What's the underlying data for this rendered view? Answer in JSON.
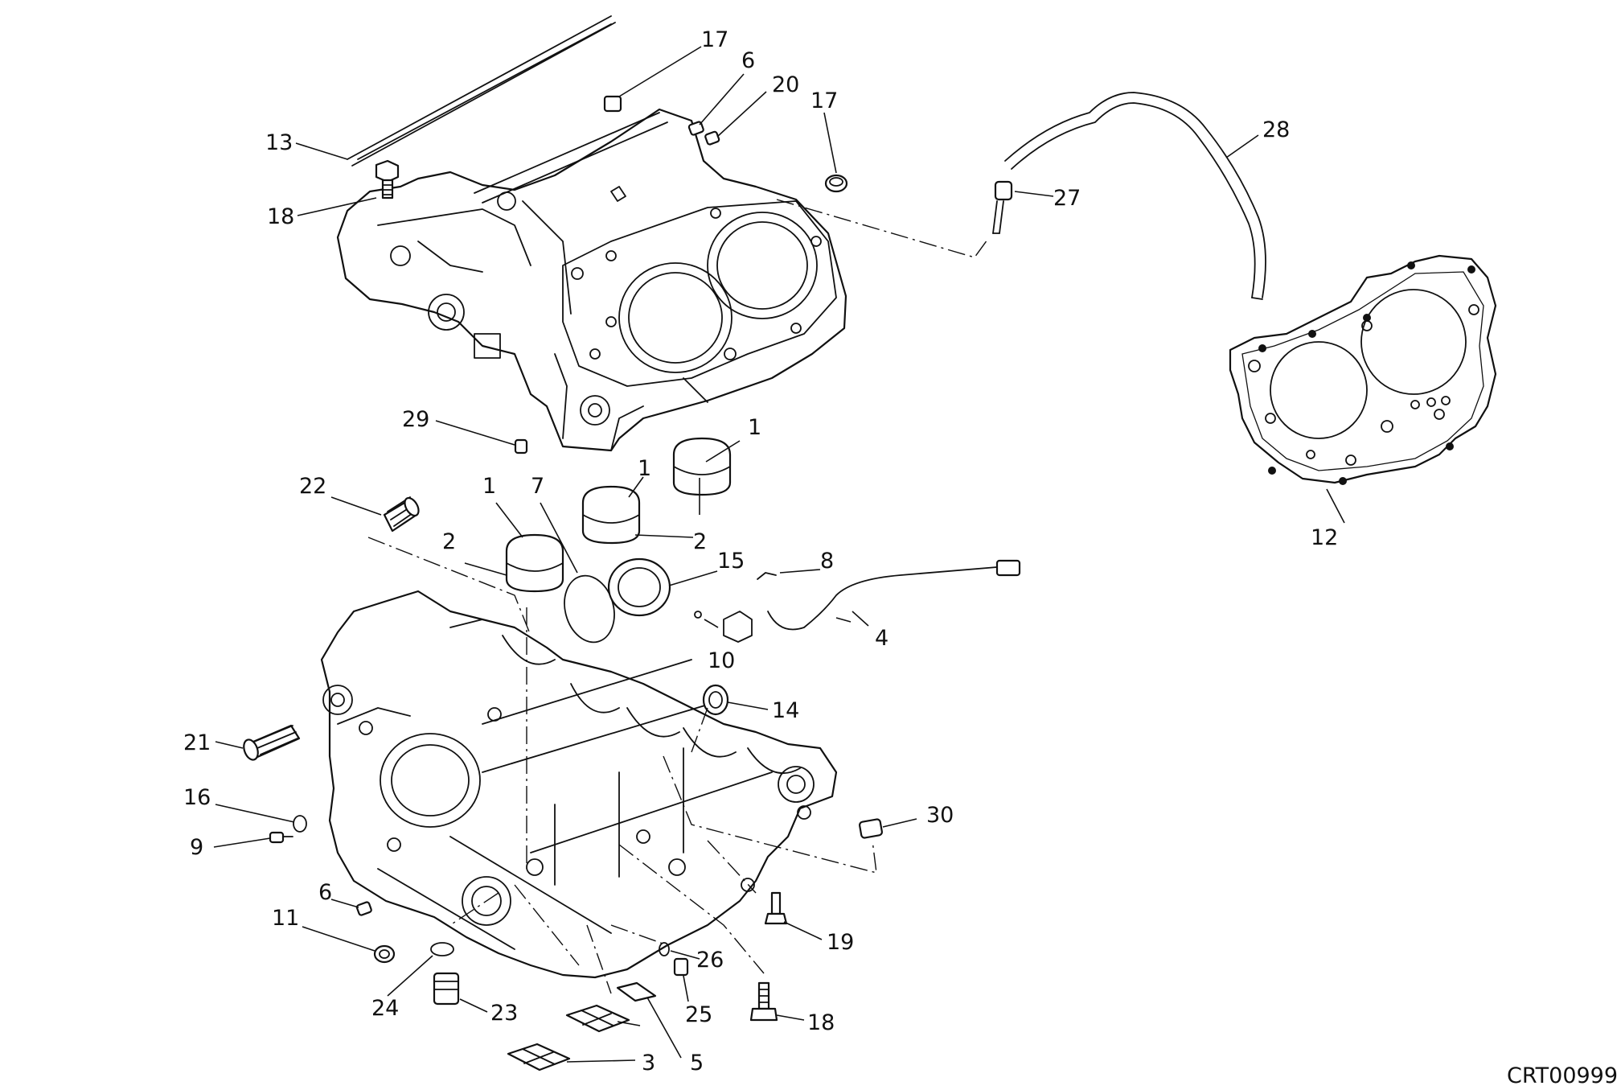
{
  "drawing": {
    "code": "CRT00999"
  },
  "callouts": [
    {
      "id": "c13",
      "text": "13"
    },
    {
      "id": "c18a",
      "text": "18"
    },
    {
      "id": "c17a",
      "text": "17"
    },
    {
      "id": "c6a",
      "text": "6"
    },
    {
      "id": "c20",
      "text": "20"
    },
    {
      "id": "c17b",
      "text": "17"
    },
    {
      "id": "c28",
      "text": "28"
    },
    {
      "id": "c27",
      "text": "27"
    },
    {
      "id": "c29",
      "text": "29"
    },
    {
      "id": "c1a",
      "text": "1"
    },
    {
      "id": "c22",
      "text": "22"
    },
    {
      "id": "c1b",
      "text": "1"
    },
    {
      "id": "c7",
      "text": "7"
    },
    {
      "id": "c1c",
      "text": "1"
    },
    {
      "id": "c2a",
      "text": "2"
    },
    {
      "id": "c2b",
      "text": "2"
    },
    {
      "id": "c15",
      "text": "15"
    },
    {
      "id": "c8",
      "text": "8"
    },
    {
      "id": "c12",
      "text": "12"
    },
    {
      "id": "c4",
      "text": "4"
    },
    {
      "id": "c10",
      "text": "10"
    },
    {
      "id": "c14",
      "text": "14"
    },
    {
      "id": "c21",
      "text": "21"
    },
    {
      "id": "c16",
      "text": "16"
    },
    {
      "id": "c9",
      "text": "9"
    },
    {
      "id": "c30",
      "text": "30"
    },
    {
      "id": "c6b",
      "text": "6"
    },
    {
      "id": "c11",
      "text": "11"
    },
    {
      "id": "c19",
      "text": "19"
    },
    {
      "id": "c26",
      "text": "26"
    },
    {
      "id": "c24",
      "text": "24"
    },
    {
      "id": "c23",
      "text": "23"
    },
    {
      "id": "c25",
      "text": "25"
    },
    {
      "id": "c18b",
      "text": "18"
    },
    {
      "id": "c3",
      "text": "3"
    },
    {
      "id": "c5",
      "text": "5"
    }
  ]
}
